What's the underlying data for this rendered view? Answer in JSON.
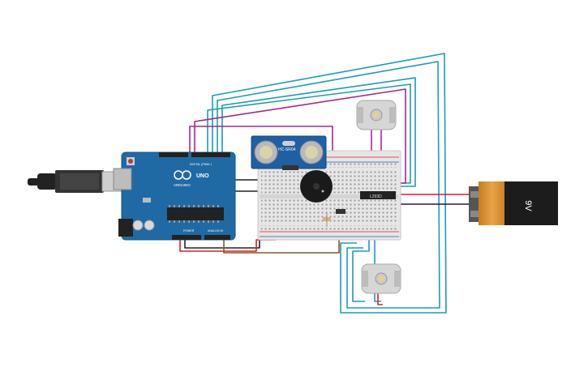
{
  "arduino": {
    "brand": "ARDUINO",
    "model": "UNO",
    "digital_label": "DIGITAL (PWM~)",
    "power_label": "POWER",
    "analog_label": "ANALOG IN"
  },
  "ultrasonic": {
    "model": "HC-SR04"
  },
  "driver_ic": {
    "label": "L293D"
  },
  "battery": {
    "voltage": "9V"
  },
  "colors": {
    "board": "#1f6aa5",
    "breadboard": "#e6e6e6",
    "wire_red": "#d81f26",
    "wire_black": "#222222",
    "wire_teal": "#1b9bb8",
    "wire_magenta": "#a3288f",
    "wire_brown": "#8a5a2b",
    "battery_orange": "#e59a3a"
  }
}
